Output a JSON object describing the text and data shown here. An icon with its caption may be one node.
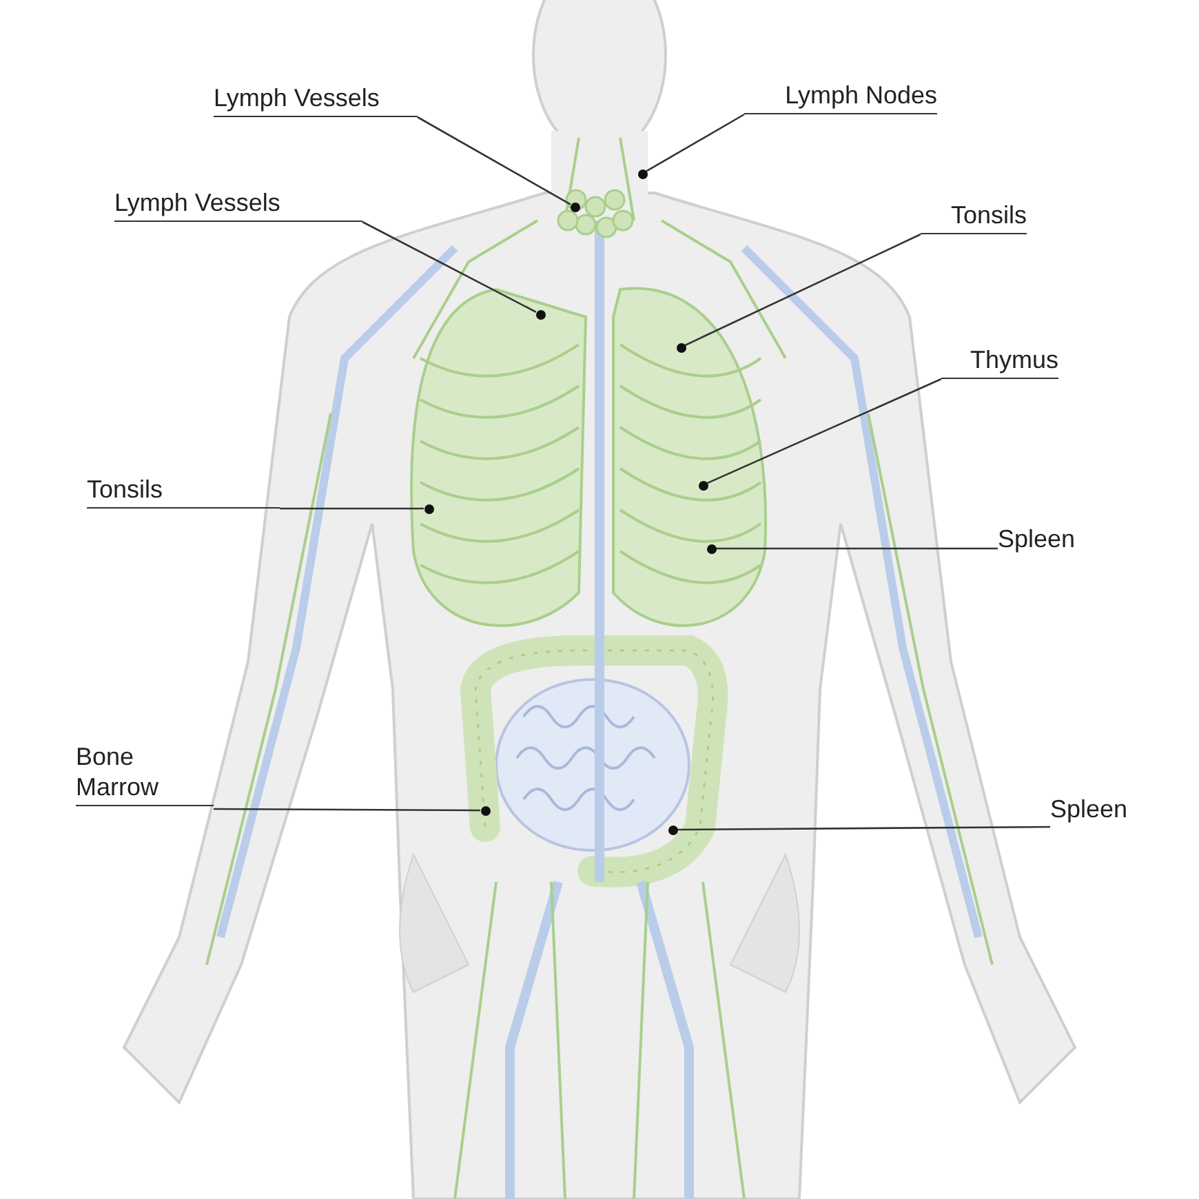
{
  "diagram": {
    "nodes": [
      {
        "text": [
          "Lymph Vessels"
        ]
      },
      {
        "text": [
          "Lymph Nodes"
        ]
      },
      {
        "text": [
          "Lymph Vessels"
        ]
      },
      {
        "text": [
          "Tonsils"
        ]
      },
      {
        "text": [
          "Thymus"
        ]
      },
      {
        "text": [
          "Tonsils"
        ]
      },
      {
        "text": [
          "Spleen"
        ]
      },
      {
        "text": [
          "Bone Marrow"
        ]
      },
      {
        "text": [
          "Spleen"
        ]
      },
      {
        "text": [],
        "shape": "circle"
      },
      {
        "text": [],
        "shape": "circle"
      },
      {
        "text": [],
        "shape": "circle"
      },
      {
        "text": [],
        "shape": "circle"
      },
      {
        "text": [],
        "shape": "circle"
      },
      {
        "text": [],
        "shape": "circle"
      },
      {
        "text": [],
        "shape": "circle"
      },
      {
        "text": [],
        "shape": "circle"
      },
      {
        "text": [],
        "shape": "circle"
      }
    ],
    "edges": [
      {
        "from": 0,
        "to": 9,
        "arrow": "none"
      },
      {
        "from": 1,
        "to": 10,
        "arrow": "none"
      },
      {
        "from": 2,
        "to": 11,
        "arrow": "none"
      },
      {
        "from": 3,
        "to": 12,
        "arrow": "none"
      },
      {
        "from": 4,
        "to": 13,
        "arrow": "none"
      },
      {
        "from": 5,
        "to": 14,
        "arrow": "none"
      },
      {
        "from": 6,
        "to": 15,
        "arrow": "none"
      },
      {
        "from": 7,
        "to": 16,
        "arrow": "none"
      },
      {
        "from": 8,
        "to": 17,
        "arrow": "none"
      }
    ]
  }
}
